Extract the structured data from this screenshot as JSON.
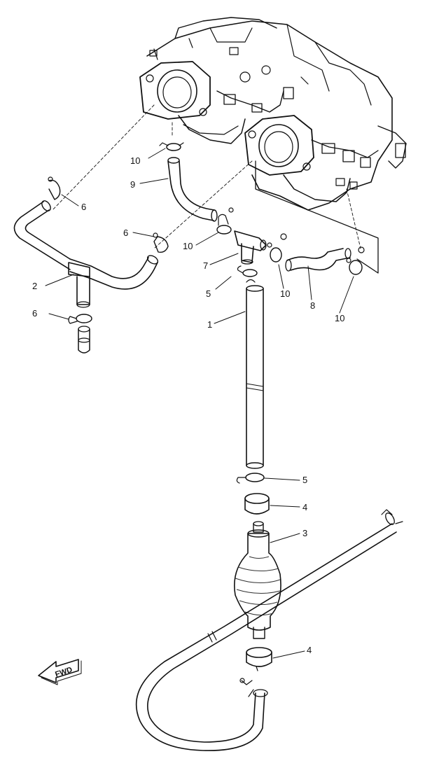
{
  "callouts": [
    {
      "id": "c1",
      "text": "1"
    },
    {
      "id": "c2",
      "text": "2"
    },
    {
      "id": "c3",
      "text": "3"
    },
    {
      "id": "c4a",
      "text": "4"
    },
    {
      "id": "c4b",
      "text": "4"
    },
    {
      "id": "c5a",
      "text": "5"
    },
    {
      "id": "c5b",
      "text": "5"
    },
    {
      "id": "c6a",
      "text": "6"
    },
    {
      "id": "c6b",
      "text": "6"
    },
    {
      "id": "c6c",
      "text": "6"
    },
    {
      "id": "c7",
      "text": "7"
    },
    {
      "id": "c8",
      "text": "8"
    },
    {
      "id": "c9",
      "text": "9"
    },
    {
      "id": "c10a",
      "text": "10"
    },
    {
      "id": "c10b",
      "text": "10"
    },
    {
      "id": "c10c",
      "text": "10"
    },
    {
      "id": "c10d",
      "text": "10"
    }
  ],
  "fwd_label": "FWD"
}
